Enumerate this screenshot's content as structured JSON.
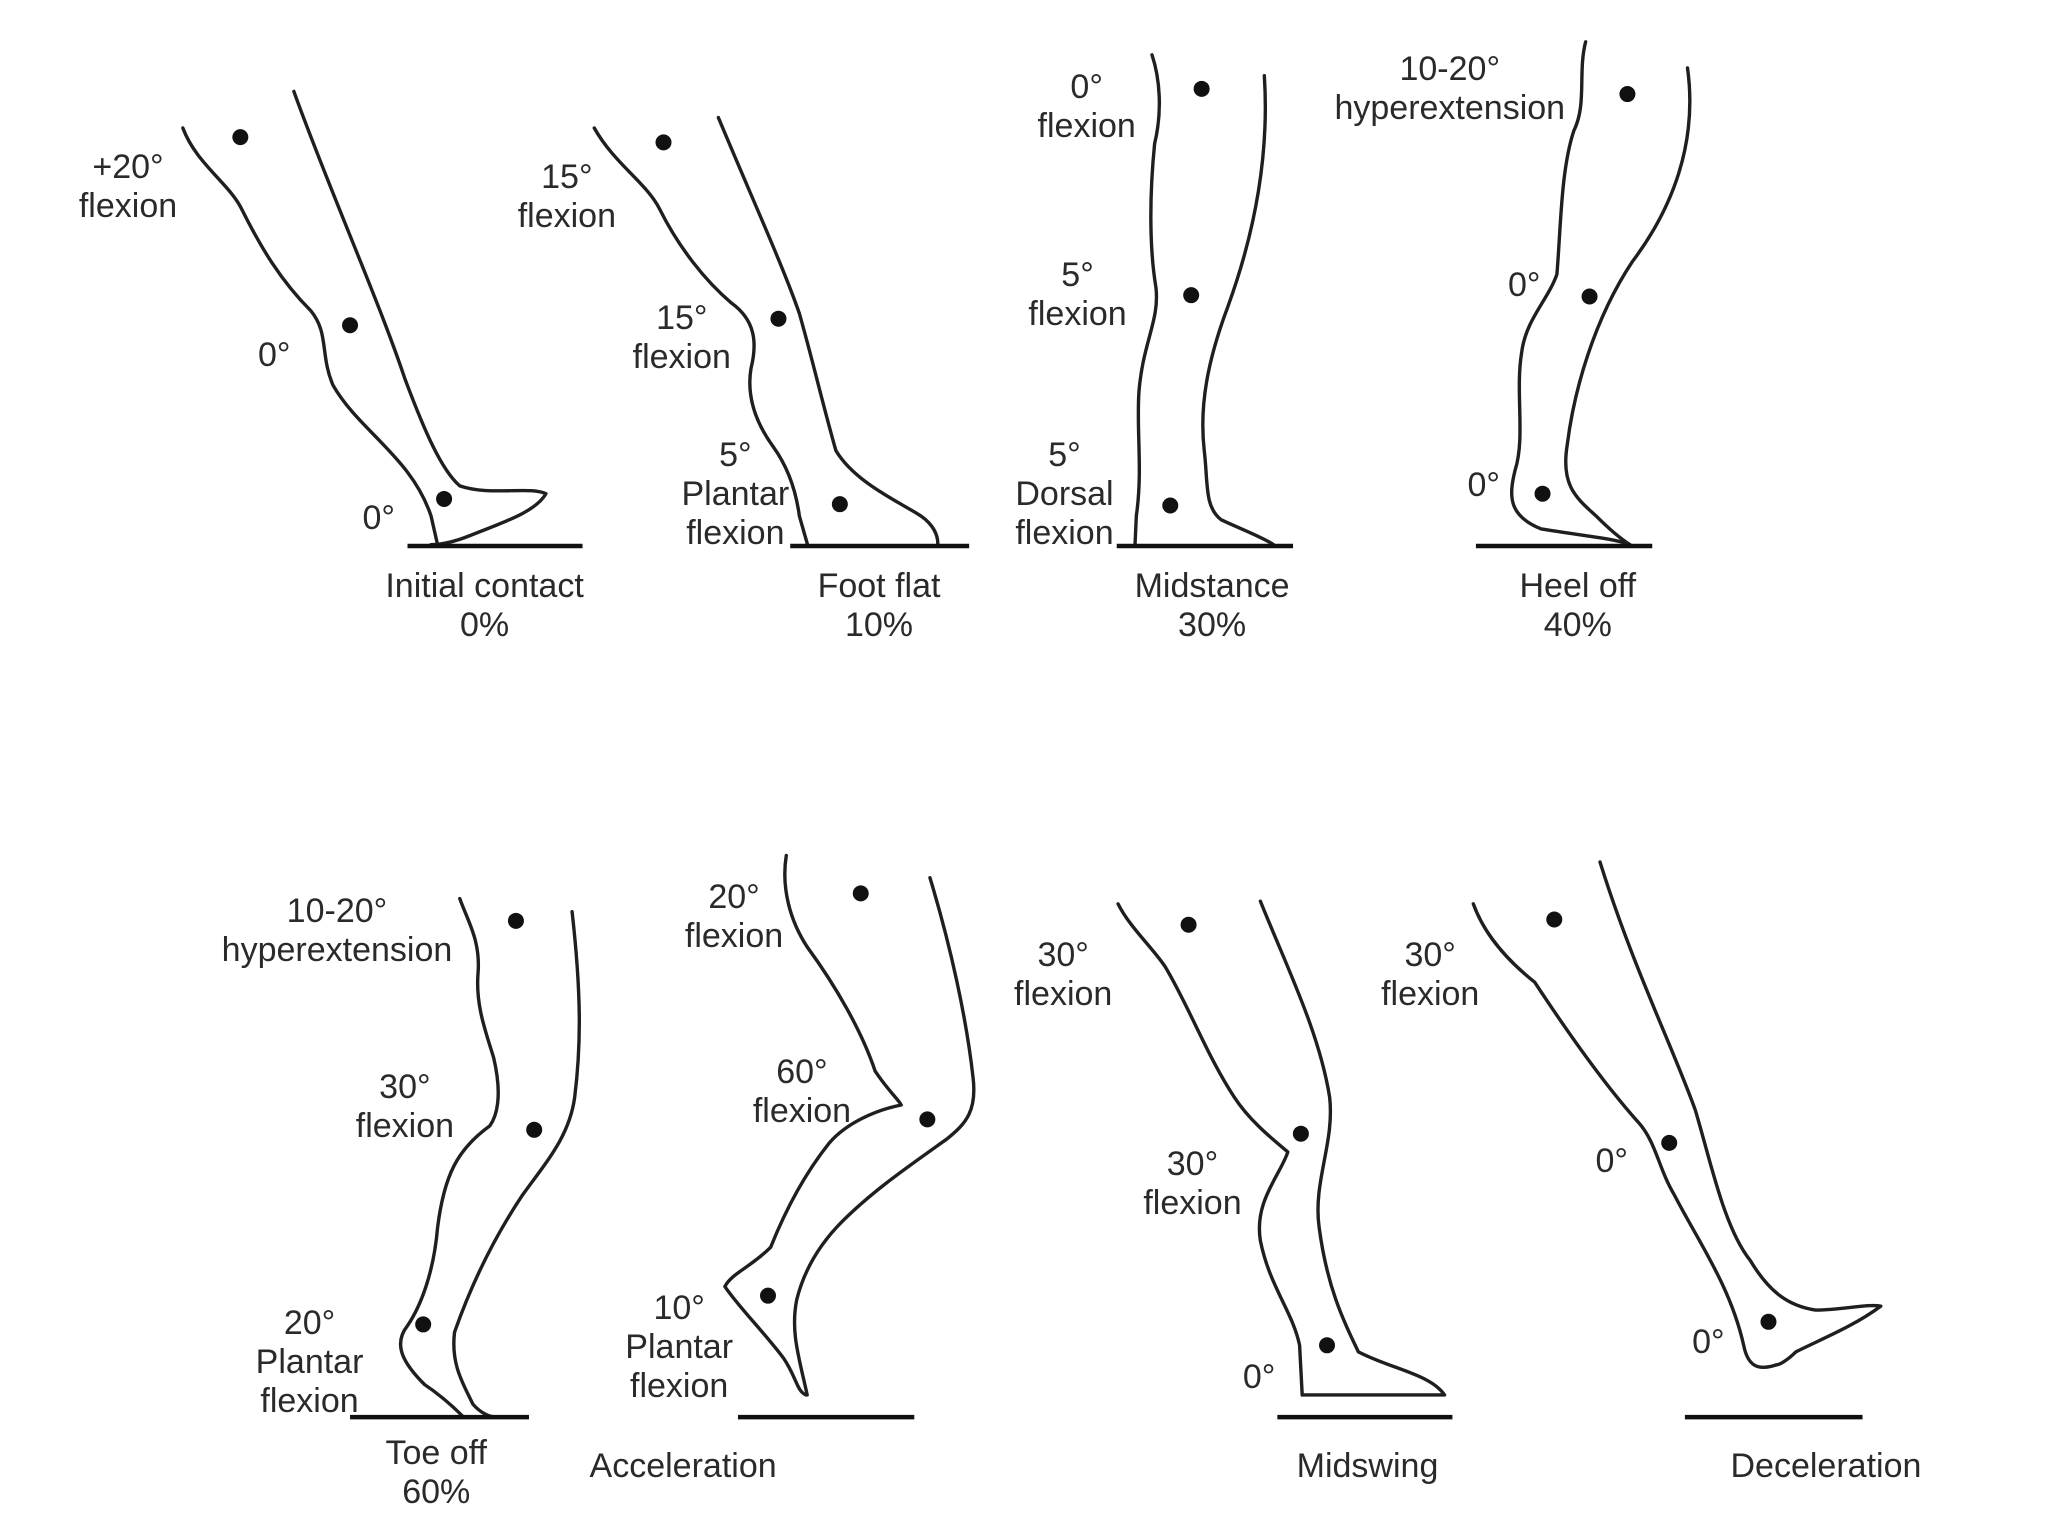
{
  "figures": [
    {
      "id": "initial-contact",
      "caption": [
        "Initial contact",
        "0%"
      ],
      "hip": [
        "+20°",
        "flexion"
      ],
      "knee": [
        "0°"
      ],
      "ankle": [
        "0°"
      ]
    },
    {
      "id": "foot-flat",
      "caption": [
        "Foot flat",
        "10%"
      ],
      "hip": [
        "15°",
        "flexion"
      ],
      "knee": [
        "15°",
        "flexion"
      ],
      "ankle": [
        "5°",
        "Plantar",
        "flexion"
      ]
    },
    {
      "id": "midstance",
      "caption": [
        "Midstance",
        "30%"
      ],
      "hip": [
        "0°",
        "flexion"
      ],
      "knee": [
        "5°",
        "flexion"
      ],
      "ankle": [
        "5°",
        "Dorsal",
        "flexion"
      ]
    },
    {
      "id": "heel-off",
      "caption": [
        "Heel off",
        "40%"
      ],
      "hip": [
        "10-20°",
        "hyperextension"
      ],
      "knee": [
        "0°"
      ],
      "ankle": [
        "0°"
      ]
    },
    {
      "id": "toe-off",
      "caption": [
        "Toe off",
        "60%"
      ],
      "hip": [
        "10-20°",
        "hyperextension"
      ],
      "knee": [
        "30°",
        "flexion"
      ],
      "ankle": [
        "20°",
        "Plantar",
        "flexion"
      ]
    },
    {
      "id": "acceleration",
      "caption": [
        "Acceleration"
      ],
      "hip": [
        "20°",
        "flexion"
      ],
      "knee": [
        "60°",
        "flexion"
      ],
      "ankle": [
        "10°",
        "Plantar",
        "flexion"
      ]
    },
    {
      "id": "midswing",
      "caption": [
        "Midswing"
      ],
      "hip": [
        "30°",
        "flexion"
      ],
      "knee": [
        "30°",
        "flexion"
      ],
      "ankle": [
        "0°"
      ]
    },
    {
      "id": "deceleration",
      "caption": [
        "Deceleration"
      ],
      "hip": [
        "30°",
        "flexion"
      ],
      "knee": [
        "0°"
      ],
      "ankle": [
        "0°"
      ]
    }
  ]
}
